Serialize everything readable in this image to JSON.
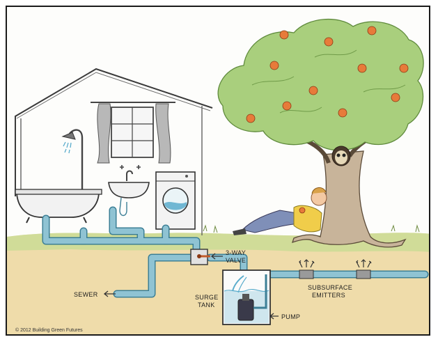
{
  "labels": {
    "valve_line1": "3-WAY",
    "valve_line2": "VALVE",
    "sewer": "SEWER",
    "surge_line1": "SURGE",
    "surge_line2": "TANK",
    "pump": "PUMP",
    "emitters_line1": "SUBSURFACE",
    "emitters_line2": "EMITTERS",
    "copyright": "© 2012 Building Green Futures"
  },
  "colors": {
    "pipe": "#8fc3d3",
    "pipe_edge": "#3c7f96",
    "soil": "#efdcaa",
    "grass": "#c6dc92",
    "leaves": "#a9cf7d",
    "apple": "#e77b3a",
    "trunk": "#c8b49a"
  },
  "icons": [
    "shower-icon",
    "faucet-icon",
    "bathtub-icon",
    "sink-icon",
    "washing-machine-icon",
    "pump-icon",
    "valve-icon",
    "arrow-icon",
    "apple-icon",
    "owl-icon",
    "person-icon",
    "house-icon",
    "tree-icon"
  ]
}
